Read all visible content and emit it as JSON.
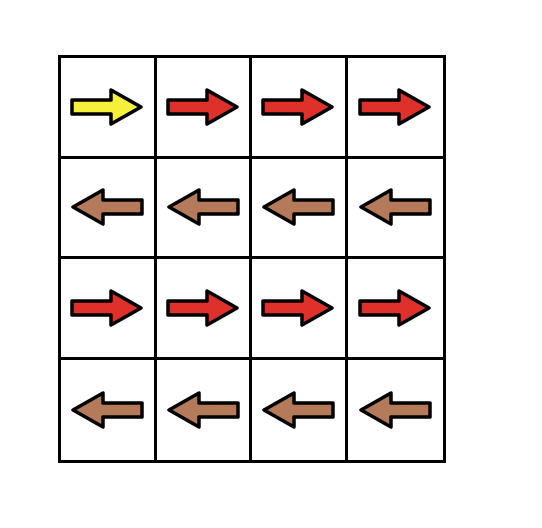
{
  "colors": {
    "highlight": "#f7f03a",
    "right": "#e0302a",
    "left": "#b57a5a",
    "outline": "#000000",
    "grid": "#000000",
    "background": "#ffffff"
  },
  "board": {
    "rows": 4,
    "cols": 4,
    "cells": [
      [
        {
          "direction": "right",
          "color": "highlight",
          "icon": "arrow-right-icon"
        },
        {
          "direction": "right",
          "color": "right",
          "icon": "arrow-right-icon"
        },
        {
          "direction": "right",
          "color": "right",
          "icon": "arrow-right-icon"
        },
        {
          "direction": "right",
          "color": "right",
          "icon": "arrow-right-icon"
        }
      ],
      [
        {
          "direction": "left",
          "color": "left",
          "icon": "arrow-left-icon"
        },
        {
          "direction": "left",
          "color": "left",
          "icon": "arrow-left-icon"
        },
        {
          "direction": "left",
          "color": "left",
          "icon": "arrow-left-icon"
        },
        {
          "direction": "left",
          "color": "left",
          "icon": "arrow-left-icon"
        }
      ],
      [
        {
          "direction": "right",
          "color": "right",
          "icon": "arrow-right-icon"
        },
        {
          "direction": "right",
          "color": "right",
          "icon": "arrow-right-icon"
        },
        {
          "direction": "right",
          "color": "right",
          "icon": "arrow-right-icon"
        },
        {
          "direction": "right",
          "color": "right",
          "icon": "arrow-right-icon"
        }
      ],
      [
        {
          "direction": "left",
          "color": "left",
          "icon": "arrow-left-icon"
        },
        {
          "direction": "left",
          "color": "left",
          "icon": "arrow-left-icon"
        },
        {
          "direction": "left",
          "color": "left",
          "icon": "arrow-left-icon"
        },
        {
          "direction": "left",
          "color": "left",
          "icon": "arrow-left-icon"
        }
      ]
    ]
  }
}
